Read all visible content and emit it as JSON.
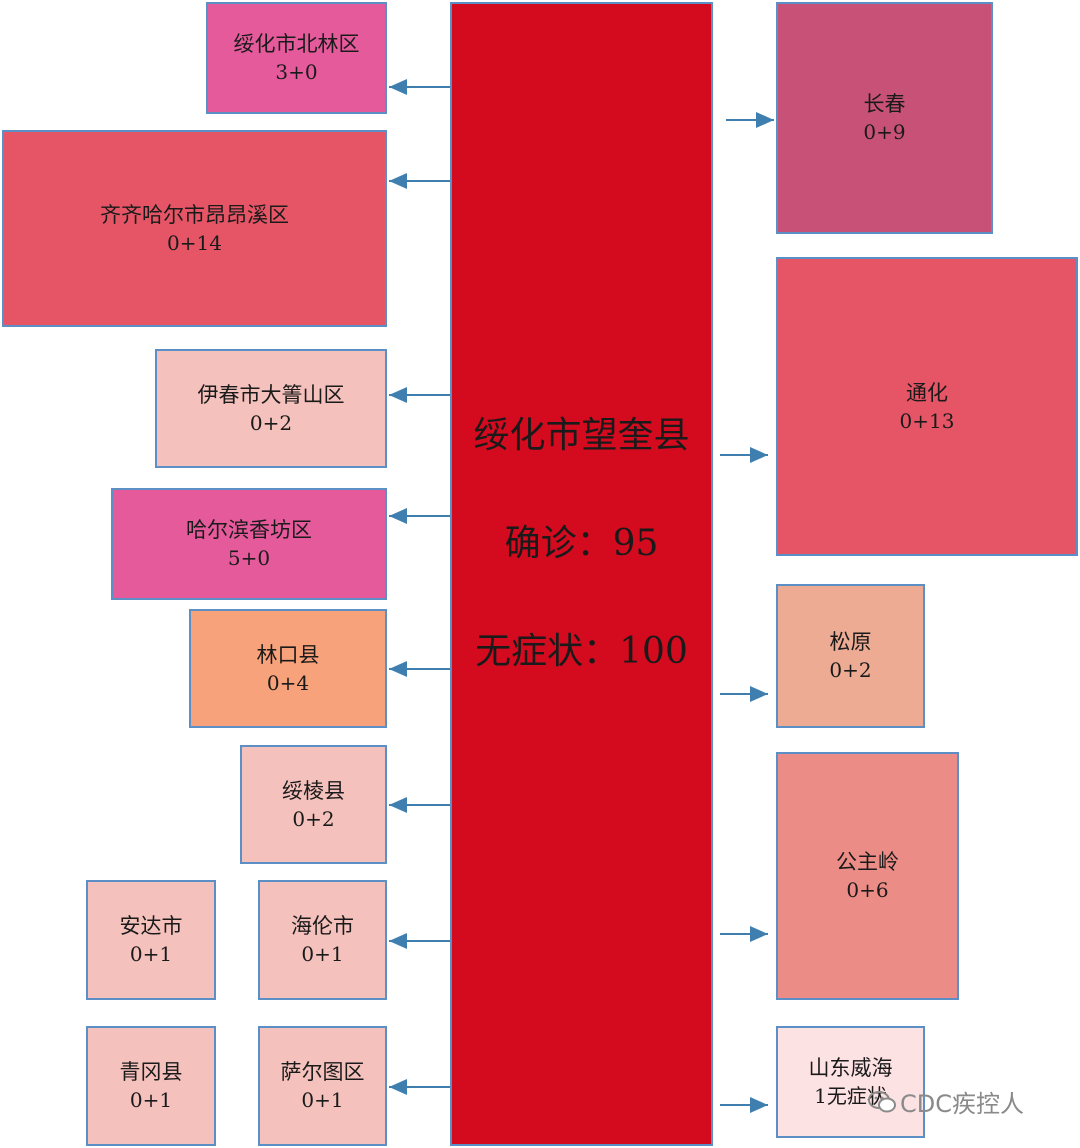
{
  "center": {
    "title": "绥化市望奎县",
    "confirmed_line": "确诊：95",
    "asymptomatic_line": "无症状：100"
  },
  "left_nodes": [
    {
      "id": "beilin",
      "name": "绥化市北林区",
      "count": "3+0",
      "color": "#e55a9b"
    },
    {
      "id": "angangxi",
      "name": "齐齐哈尔市昂昂溪区",
      "count": "0+14",
      "color": "#e55566"
    },
    {
      "id": "dajingshan",
      "name": "伊春市大箐山区",
      "count": "0+2",
      "color": "#f4c1bc"
    },
    {
      "id": "xiangfang",
      "name": "哈尔滨香坊区",
      "count": "5+0",
      "color": "#e55a9b"
    },
    {
      "id": "linkou",
      "name": "林口县",
      "count": "0+4",
      "color": "#f7a27a"
    },
    {
      "id": "suileng",
      "name": "绥棱县",
      "count": "0+2",
      "color": "#f4c1bc"
    },
    {
      "id": "anda",
      "name": "安达市",
      "count": "0+1",
      "color": "#f4c1bc"
    },
    {
      "id": "hailun",
      "name": "海伦市",
      "count": "0+1",
      "color": "#f4c1bc"
    },
    {
      "id": "qinggang",
      "name": "青冈县",
      "count": "0+1",
      "color": "#f4c1bc"
    },
    {
      "id": "saertu",
      "name": "萨尔图区",
      "count": "0+1",
      "color": "#f4c1bc"
    }
  ],
  "right_nodes": [
    {
      "id": "changchun",
      "name": "长春",
      "count": "0+9",
      "color": "#c85277"
    },
    {
      "id": "tonghua",
      "name": "通化",
      "count": "0+13",
      "color": "#e55566"
    },
    {
      "id": "songyuan",
      "name": "松原",
      "count": "0+2",
      "color": "#edab94"
    },
    {
      "id": "gongzhuling",
      "name": "公主岭",
      "count": "0+6",
      "color": "#ec8c86"
    },
    {
      "id": "weihai",
      "name": "山东威海",
      "count": "1无症状",
      "color": "#fde2e4"
    }
  ],
  "watermark": {
    "text": "CDC疾控人",
    "icon": "wechat-icon"
  }
}
